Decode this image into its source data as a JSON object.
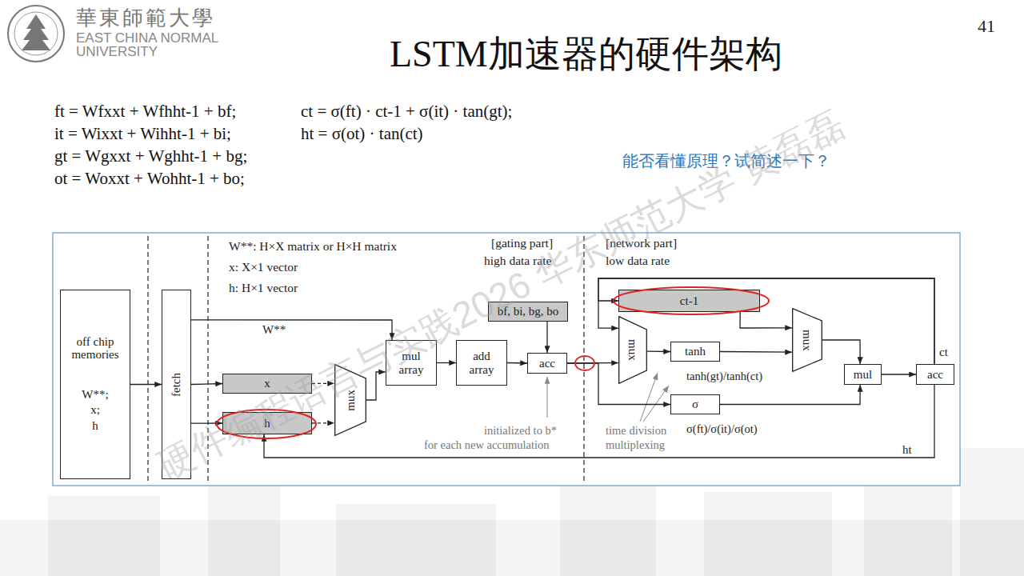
{
  "diagram": {
    "title": "LSTM加速器的硬件架构",
    "nodes": [
      {
        "text": [
          "off chip memories",
          "W**; x; h"
        ]
      },
      {
        "text": [
          "fetch"
        ]
      },
      {
        "text": [
          "x"
        ]
      },
      {
        "text": [
          "h"
        ]
      },
      {
        "text": [
          "mux"
        ]
      },
      {
        "text": [
          "mul array"
        ]
      },
      {
        "text": [
          "add array"
        ]
      },
      {
        "text": [
          "acc"
        ]
      },
      {
        "text": [
          "bf, bi, bg, bo"
        ]
      },
      {
        "text": [
          "ct-1"
        ]
      },
      {
        "text": [
          "mux"
        ]
      },
      {
        "text": [
          "tanh"
        ]
      },
      {
        "text": [
          "σ"
        ]
      },
      {
        "text": [
          "mux"
        ]
      },
      {
        "text": [
          "mul"
        ]
      },
      {
        "text": [
          "acc"
        ]
      }
    ],
    "edges": [
      {
        "from": 0,
        "to": 1,
        "arrow": "to"
      },
      {
        "from": 1,
        "to": 5,
        "label": "W**",
        "arrow": "to"
      },
      {
        "from": 1,
        "to": 2,
        "arrow": "to"
      },
      {
        "from": 1,
        "to": 3,
        "arrow": "to"
      },
      {
        "from": 2,
        "to": 4,
        "arrow": "to"
      },
      {
        "from": 3,
        "to": 4,
        "arrow": "to"
      },
      {
        "from": 4,
        "to": 5,
        "arrow": "to"
      },
      {
        "from": 5,
        "to": 6,
        "arrow": "to"
      },
      {
        "from": 6,
        "to": 7,
        "arrow": "to"
      },
      {
        "from": 8,
        "to": 7,
        "arrow": "to"
      },
      {
        "from": 7,
        "to": 10,
        "arrow": "to"
      },
      {
        "from": 7,
        "to": 12,
        "arrow": "to"
      },
      {
        "from": 15,
        "to": 9,
        "label": "ct",
        "arrow": "to"
      },
      {
        "from": 15,
        "to": 10,
        "arrow": "to"
      },
      {
        "from": 9,
        "to": 13,
        "arrow": "to"
      },
      {
        "from": 10,
        "to": 11,
        "arrow": "to"
      },
      {
        "from": 11,
        "to": 13,
        "arrow": "to"
      },
      {
        "from": 13,
        "to": 14,
        "arrow": "to"
      },
      {
        "from": 12,
        "to": 14,
        "arrow": "to"
      },
      {
        "from": 14,
        "to": 15,
        "arrow": "to"
      },
      {
        "from": 15,
        "to": 3,
        "label": "ht",
        "arrow": "to"
      }
    ],
    "labels": [
      "華東師範大學",
      "EAST CHINA NORMAL",
      "UNIVERSITY",
      "41",
      "ft = Wfxxt + Wfhht-1 + bf;",
      "it = Wixxt + Wihht-1 + bi;",
      "gt = Wgxxt + Wghht-1 + bg;",
      "ot = Woxxt + Wohht-1 + bo;",
      "ct = σ(ft) · ct-1 + σ(it) · tan(gt);",
      "ht = σ(ot) · tan(ct)",
      "能否看懂原理？试简述一下？",
      "硬件编程语言与实践2026 华东师范大学 黄磊磊",
      "W**: H×X matrix or H×H matrix",
      "x: X×1 vector",
      "h: H×1 vector",
      "[gating part]",
      "high data rate",
      "[network part]",
      "low data rate",
      "initialized to b*",
      "for each new accumulation",
      "time division",
      "multiplexing",
      "tanh(gt)/tanh(ct)",
      "σ(ft)/σ(it)/σ(ot)"
    ]
  }
}
